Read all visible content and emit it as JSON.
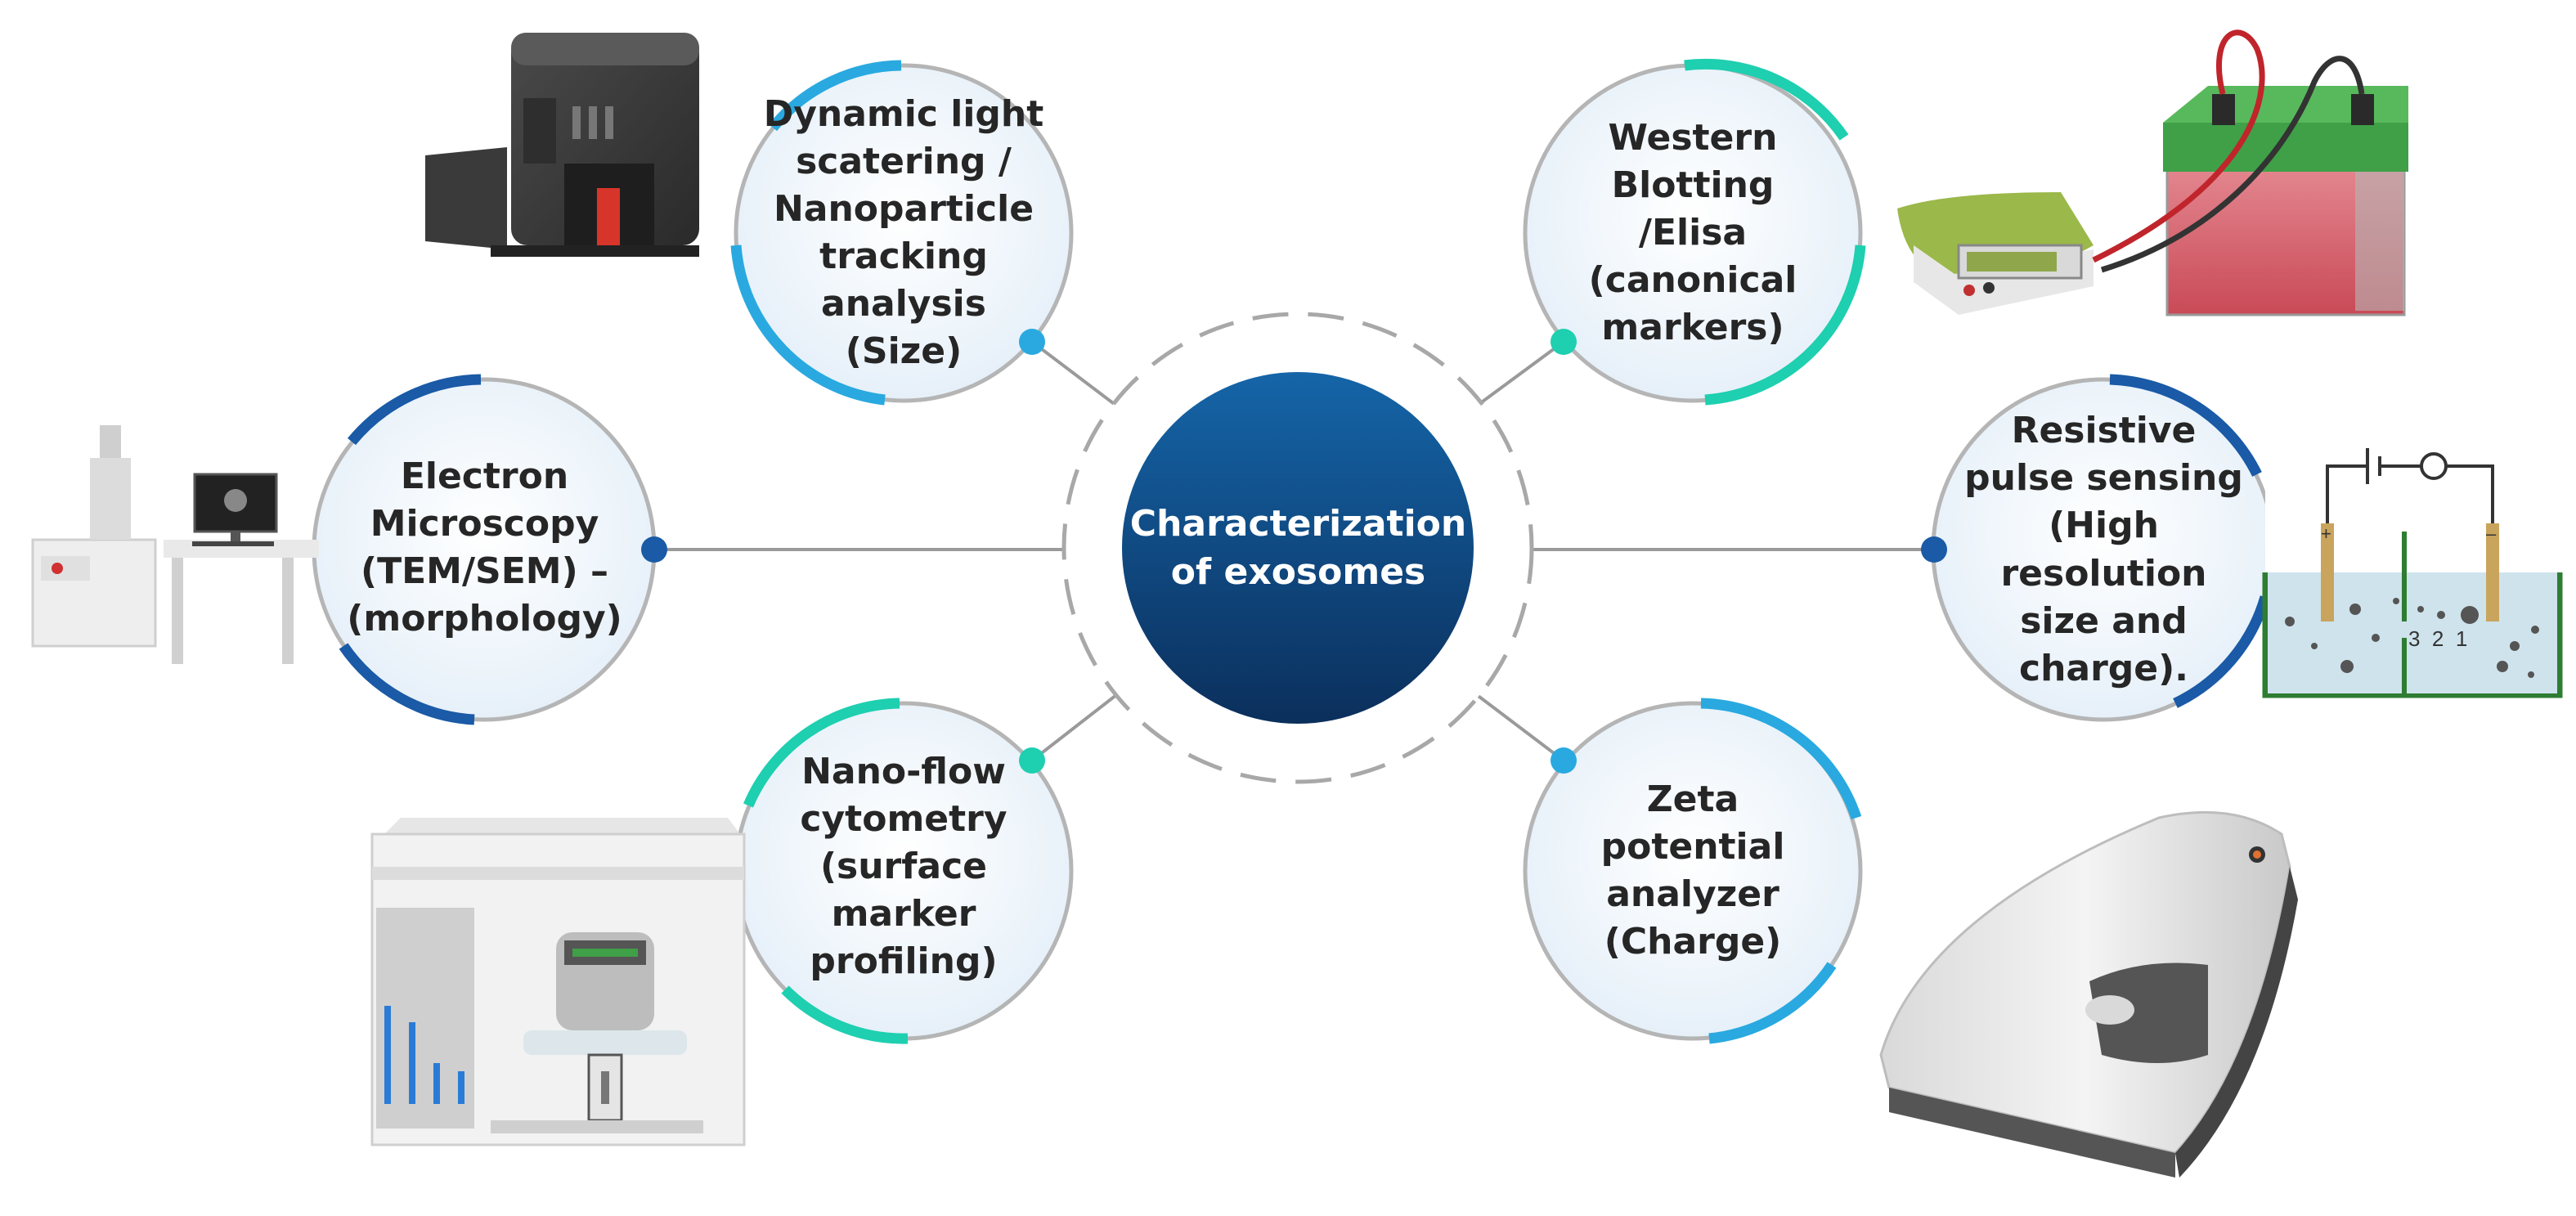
{
  "center": {
    "label": "Characterization\nof exosomes"
  },
  "nodes": {
    "dls": {
      "label": "Dynamic light\nscatering /\nNanoparticle\ntracking\nanalysis\n(Size)"
    },
    "western": {
      "label": "Western\nBlotting\n/Elisa\n(canonical\nmarkers)"
    },
    "em": {
      "label": "Electron\nMicroscopy\n(TEM/SEM) –\n(morphology)"
    },
    "rps": {
      "label": "Resistive\npulse sensing\n(High\nresolution\nsize and\ncharge)."
    },
    "nanoflow": {
      "label": "Nano-flow\ncytometry\n(surface\nmarker\nprofiling)"
    },
    "zeta": {
      "label": "Zeta\npotential\nanalyzer\n(Charge)"
    }
  },
  "rps_diagram": {
    "numbers": "3  2  1",
    "plus": "+",
    "minus": "–"
  },
  "colors": {
    "center_top": "#1565a8",
    "center_bottom": "#0b2f5c",
    "arc_light_blue": "#29a9e0",
    "arc_dark_blue": "#1a5aa6",
    "arc_teal": "#1ecfb0",
    "connector": "#9a9a9a",
    "node_fill": "#eef5fb"
  },
  "icons": [
    "fe-sem-microscope-icon",
    "dls-analyzer-icon",
    "electrophoresis-tank-icon",
    "resistive-pulse-cell-icon",
    "flow-cytometer-icon",
    "zeta-analyzer-icon"
  ]
}
